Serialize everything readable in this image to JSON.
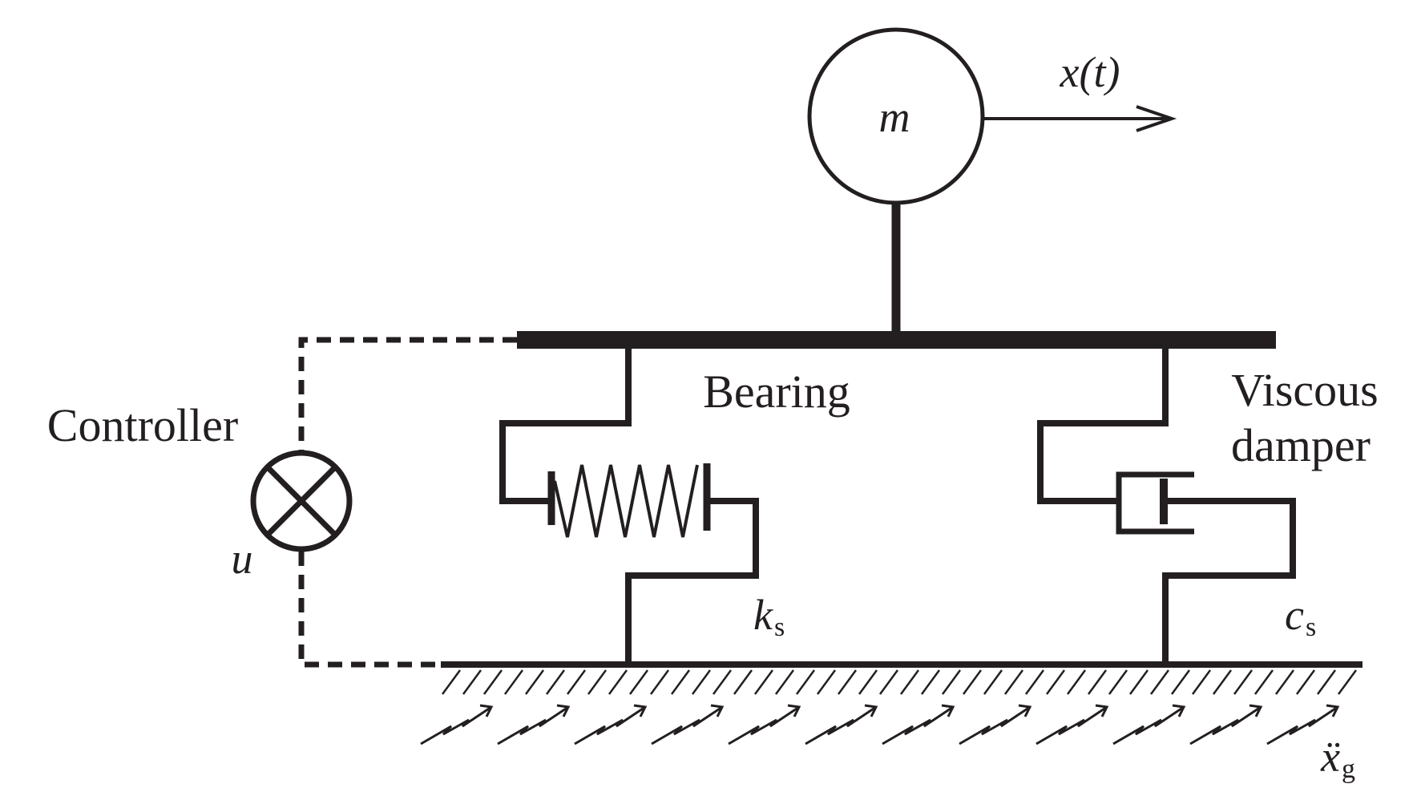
{
  "diagram": {
    "mass_label": "m",
    "displacement_label": "x(t)",
    "bearing_label": "Bearing",
    "damper_label_line1": "Viscous",
    "damper_label_line2": "damper",
    "controller_label": "Controller",
    "control_force_label": "u",
    "stiffness_label": "k",
    "stiffness_subscript": "s",
    "damping_label": "c",
    "damping_subscript": "s",
    "ground_accel_label": "ẍ",
    "ground_accel_subscript": "g"
  },
  "colors": {
    "ink": "#231f20",
    "background": "#ffffff"
  }
}
